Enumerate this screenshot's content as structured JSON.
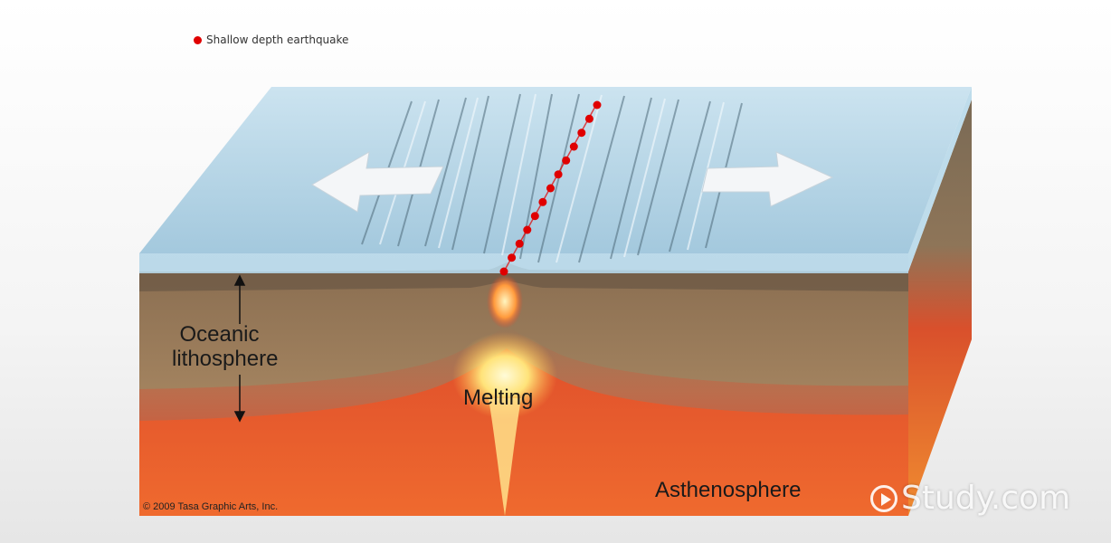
{
  "legend": {
    "label": "Shallow depth earthquake",
    "marker_color": "#e00000"
  },
  "labels": {
    "oceanic_line1": "Oceanic",
    "oceanic_line2": "lithosphere",
    "melting": "Melting",
    "asthenosphere": "Asthenosphere"
  },
  "copyright": "© 2009 Tasa Graphic Arts, Inc.",
  "watermark": "Study.com",
  "colors": {
    "ocean_surface": "#a9cde0",
    "lithosphere": "#9a7b58",
    "asthenosphere": "#e8452a",
    "magma": "#fff2a0",
    "earthquake": "#e00000"
  },
  "icons": [
    "spreading-arrow-left-icon",
    "spreading-arrow-right-icon",
    "thickness-arrow-icon",
    "play-circle-icon"
  ]
}
